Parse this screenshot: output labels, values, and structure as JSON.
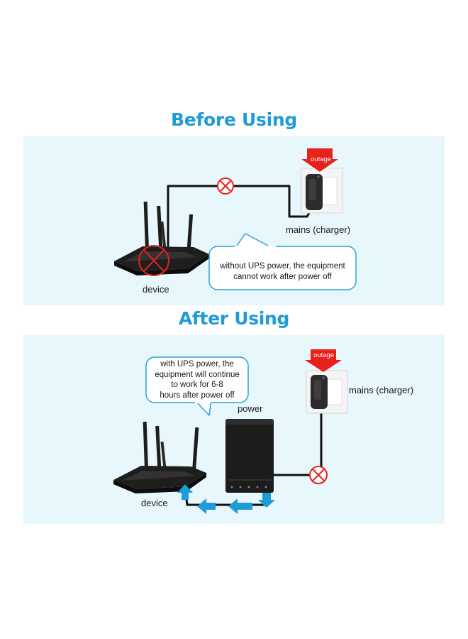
{
  "colors": {
    "title": "#1f9bd6",
    "panel": "#e7f7fc",
    "bubble_border": "#2aa3db",
    "outage_red": "#e8211c",
    "cable": "#111111",
    "flow_arrow": "#1f9bd6"
  },
  "before": {
    "title": "Before Using",
    "outage_label": "outage",
    "mains_label": "mains (charger)",
    "device_label": "device",
    "bubble_line1": "without UPS power, the equipment",
    "bubble_line2": "cannot work after power off"
  },
  "after": {
    "title": "After Using",
    "outage_label": "outage",
    "mains_label": "mains (charger)",
    "device_label": "device",
    "power_label": "power",
    "bubble_line1": "with UPS power, the",
    "bubble_line2": "equipment will continue",
    "bubble_line3": "to work for 6-8",
    "bubble_line4": "hours after power off"
  },
  "icons": [
    "router-icon",
    "ups-power-bank-icon",
    "wall-socket-adapter-icon",
    "outage-arrow-icon",
    "disconnect-x-icon"
  ]
}
